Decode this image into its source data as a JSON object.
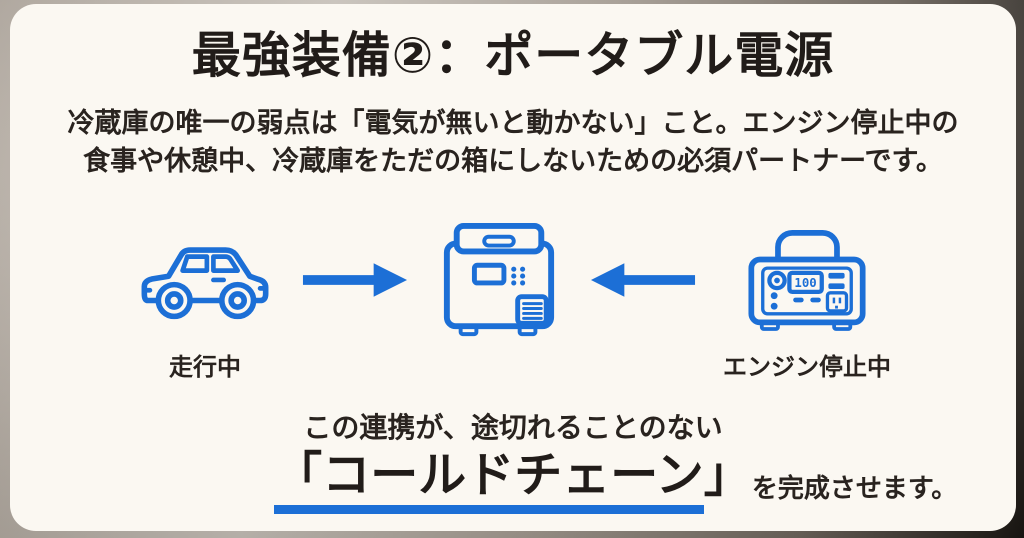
{
  "colors": {
    "accent_blue": "#1c6fd6",
    "text_dark": "#29231f",
    "card_background": "#fbf8f2"
  },
  "header": {
    "title": "最強装備②：ポータブル電源"
  },
  "intro": {
    "line1": "冷蔵庫の唯一の弱点は「電気が無いと動かない」こと。エンジン停止中の",
    "line2": "食事や休憩中、冷蔵庫をただの箱にしないための必須パートナーです。"
  },
  "diagram": {
    "car": {
      "icon": "car-icon",
      "label": "走行中"
    },
    "arrow_right": {
      "icon": "arrow-right-icon"
    },
    "fridge": {
      "icon": "car-fridge-icon"
    },
    "arrow_left": {
      "icon": "arrow-left-icon"
    },
    "power_station": {
      "icon": "portable-power-station-icon",
      "label": "エンジン停止中",
      "display_value": "100"
    }
  },
  "conclusion": {
    "line1": "この連携が、途切れることのない",
    "bracket_open": "「",
    "keyword": "コールドチェーン",
    "bracket_close": "」",
    "suffix": "を完成させます。"
  }
}
